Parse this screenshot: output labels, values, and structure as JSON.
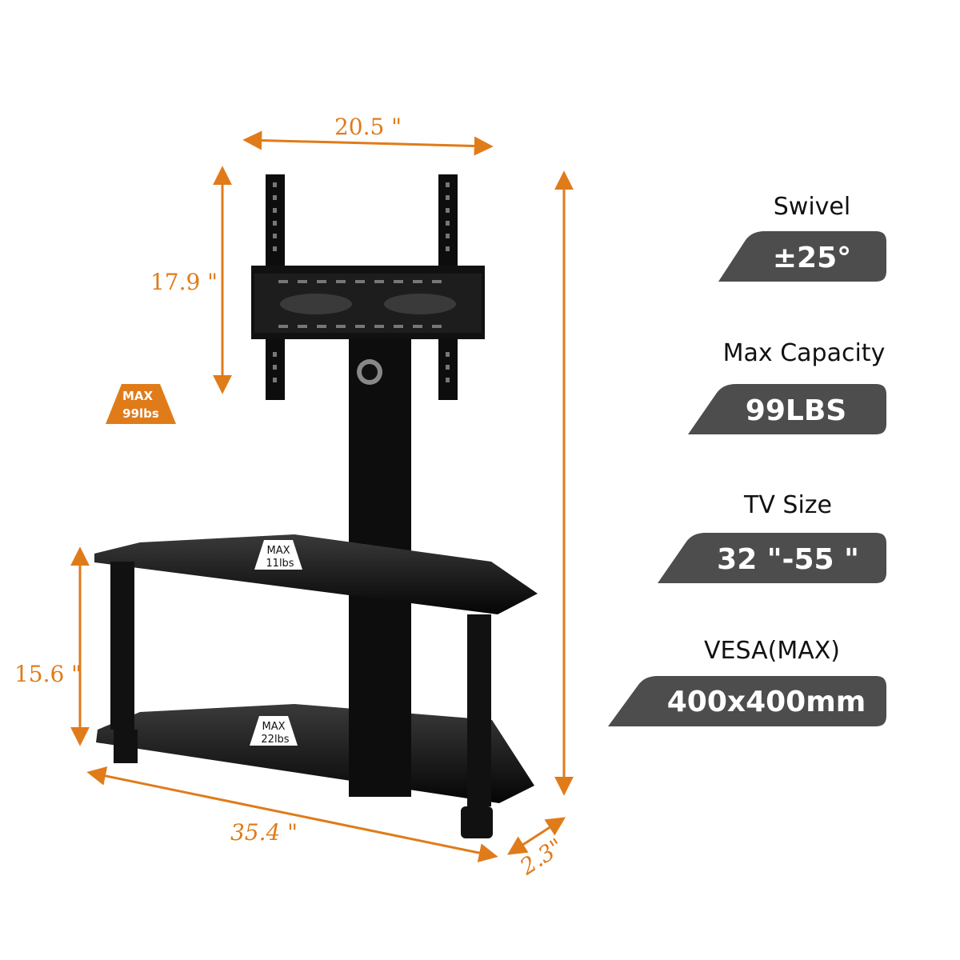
{
  "dimensions": {
    "mount_width": "20.5 \"",
    "mount_height": "17.9 \"",
    "shelf_gap": "15.6 \"",
    "base_width": "35.4 \"",
    "depth": "2.3\""
  },
  "max_badge": {
    "line1": "MAX",
    "line2": "99lbs"
  },
  "shelf_badges": [
    {
      "line1": "MAX",
      "line2": "11lbs"
    },
    {
      "line1": "MAX",
      "line2": "22lbs"
    }
  ],
  "specs": [
    {
      "label": "Swivel",
      "value": "±25°"
    },
    {
      "label": "Max Capacity",
      "value": "99LBS"
    },
    {
      "label": "TV Size",
      "value": "32 \"-55 \""
    },
    {
      "label": "VESA(MAX)",
      "value": "400x400mm"
    }
  ],
  "colors": {
    "accent": "#e07b1a",
    "pill": "#4d4d4d",
    "product": "#0d0d0d"
  }
}
